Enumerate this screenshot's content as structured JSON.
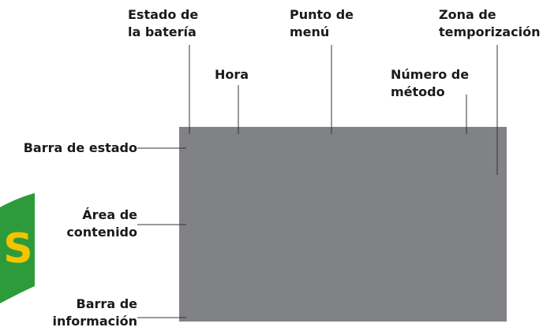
{
  "labels": {
    "battery_status": "Estado de\nla batería",
    "time": "Hora",
    "menu_item": "Punto de\nmenú",
    "method_number": "Número de\nmétodo",
    "timing_zone": "Zona de\ntemporización",
    "status_bar": "Barra de estado",
    "content_area": "Área de\ncontenido",
    "info_bar": "Barra de\ninformación"
  },
  "logo": {
    "glyph": "S",
    "background_color": "#2e9b3a",
    "glyph_color": "#f5c400"
  },
  "colors": {
    "screen": "#818285",
    "leader_lines": "#333333",
    "text": "#1a1a1a"
  }
}
